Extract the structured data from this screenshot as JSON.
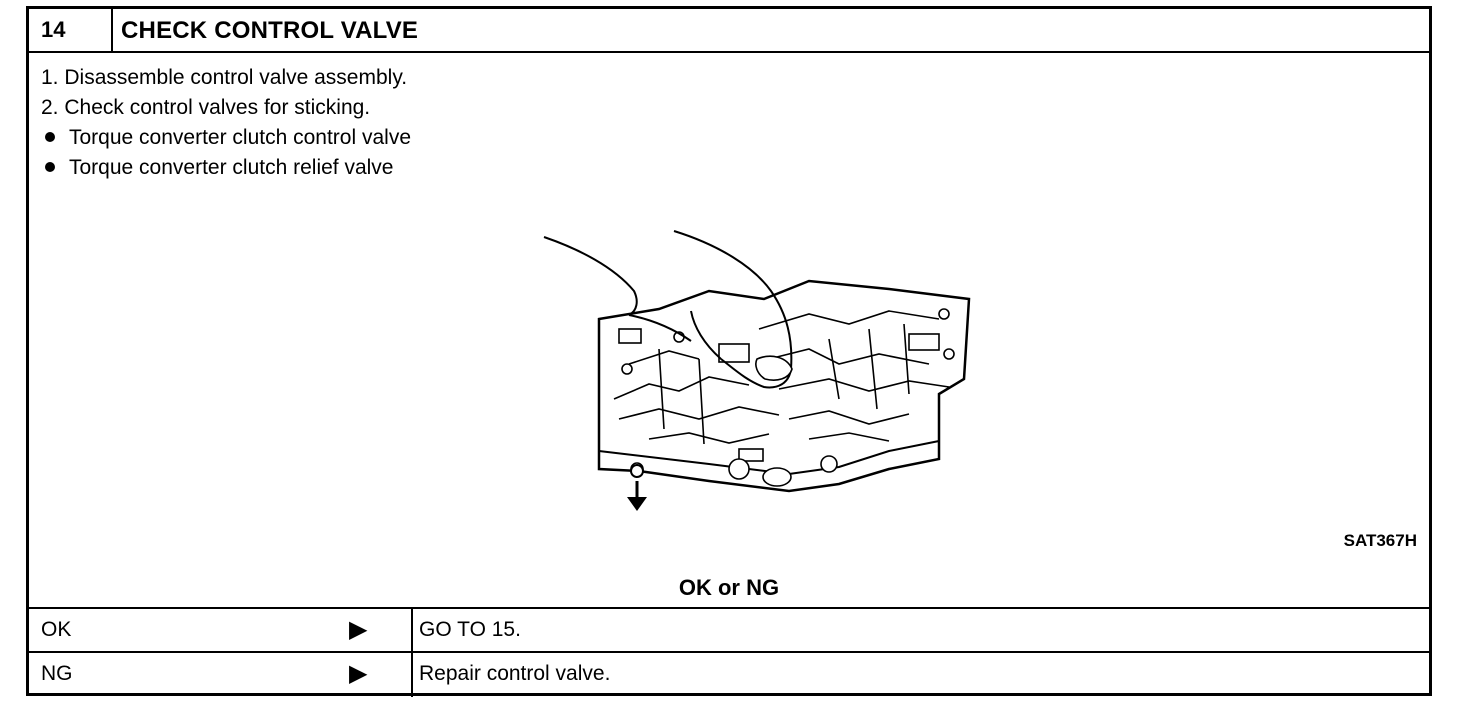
{
  "header": {
    "step_number": "14",
    "title": "CHECK CONTROL VALVE"
  },
  "instructions": [
    {
      "marker": "1.",
      "text": "Disassemble control valve assembly."
    },
    {
      "marker": "2.",
      "text": "Check control valves for sticking."
    }
  ],
  "bullets": [
    "Torque converter clutch control valve",
    "Torque converter clutch relief valve"
  ],
  "figure": {
    "code": "SAT367H"
  },
  "prompt": "OK or NG",
  "results": [
    {
      "label": "OK",
      "arrow": "▶",
      "action": "GO TO 15."
    },
    {
      "label": "NG",
      "arrow": "▶",
      "action": "Repair control valve."
    }
  ]
}
